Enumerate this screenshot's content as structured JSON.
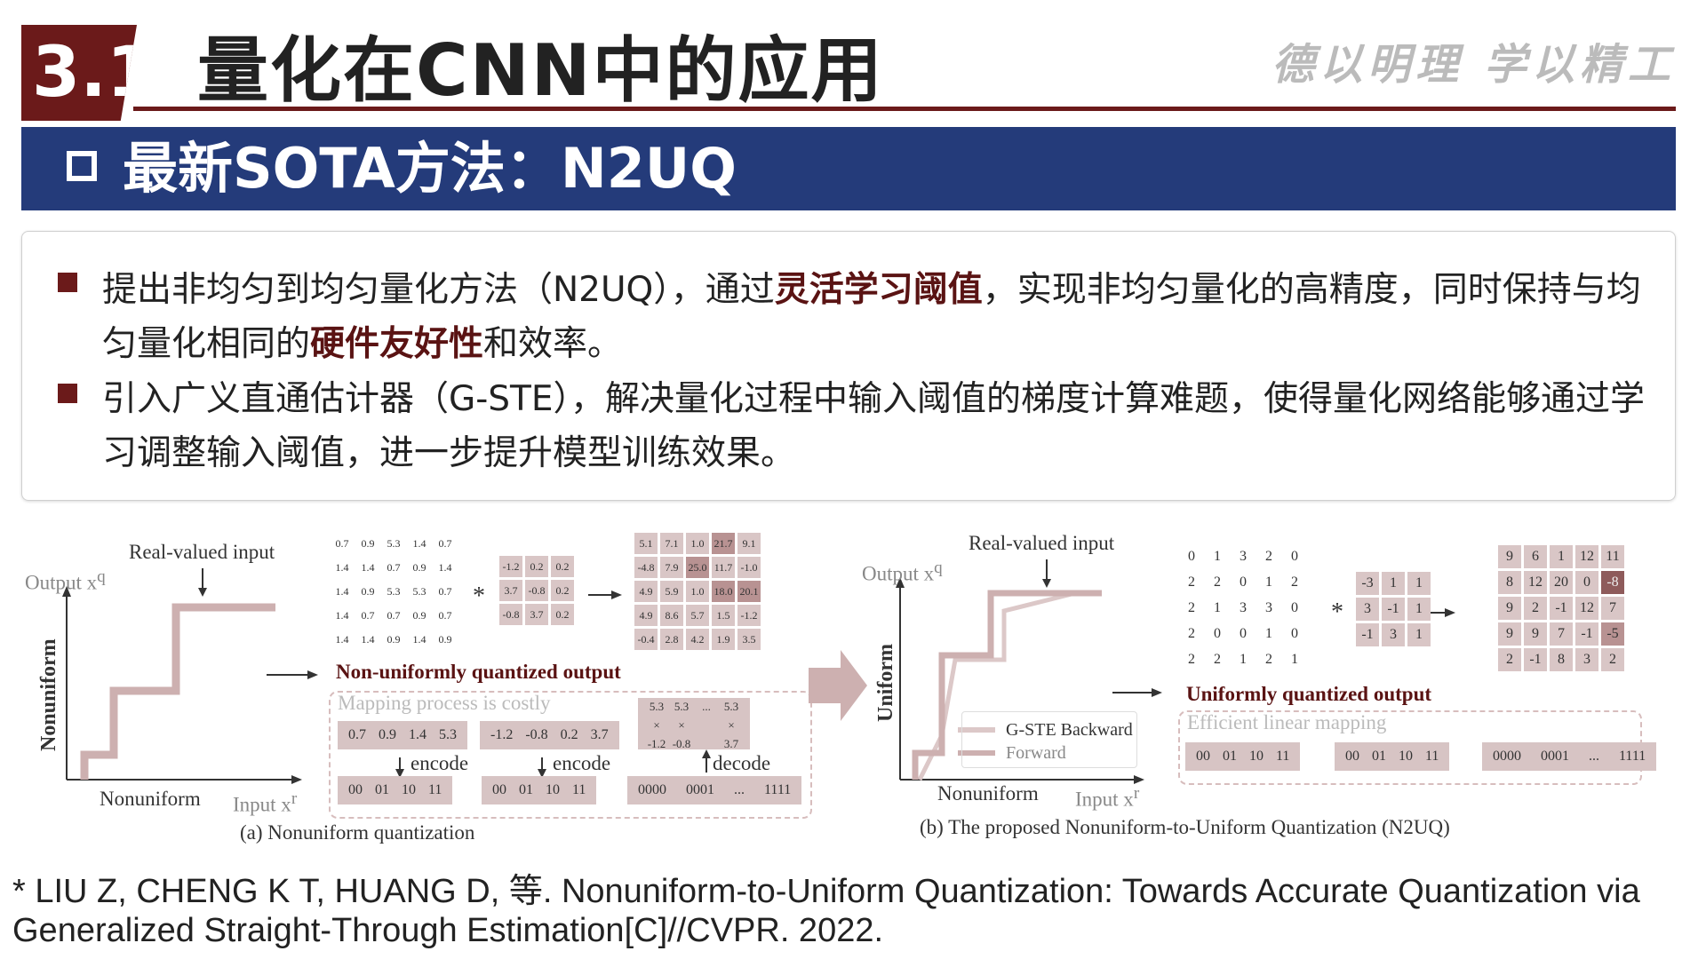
{
  "header": {
    "section_number": "3.1",
    "title": "量化在CNN中的应用",
    "motto": "德以明理 学以精工"
  },
  "subheader": {
    "title": "最新SOTA方法：N2UQ"
  },
  "bullets": [
    {
      "parts": [
        {
          "text": "提出非均匀到均匀量化方法（N2UQ），通过",
          "bold": false
        },
        {
          "text": "灵活学习阈值",
          "bold": true
        },
        {
          "text": "，实现非均匀量化的高精度，同时保持与均匀量化相同的",
          "bold": false
        },
        {
          "text": "硬件友好性",
          "bold": true
        },
        {
          "text": "和效率。",
          "bold": false
        }
      ]
    },
    {
      "parts": [
        {
          "text": "引入广义直通估计器（G-STE），解决量化过程中输入阈值的梯度计算难题，使得量化网络能够通过学习调整输入阈值，进一步提升模型训练效果。",
          "bold": false
        }
      ]
    }
  ],
  "figure": {
    "left": {
      "output_label": "Output x",
      "output_sup": "q",
      "real_valued_input": "Real-valued input",
      "y_axis": "Nonuniform",
      "x_axis": "Nonuniform",
      "input_label": "Input x",
      "input_sup": "r",
      "matrix_a": [
        [
          "0.7",
          "0.9",
          "5.3",
          "1.4",
          "0.7"
        ],
        [
          "1.4",
          "1.4",
          "0.7",
          "0.9",
          "1.4"
        ],
        [
          "1.4",
          "0.9",
          "5.3",
          "5.3",
          "0.7"
        ],
        [
          "1.4",
          "0.7",
          "0.7",
          "0.9",
          "0.7"
        ],
        [
          "1.4",
          "1.4",
          "0.9",
          "1.4",
          "0.9"
        ]
      ],
      "kernel": [
        [
          "-1.2",
          "0.2",
          "0.2"
        ],
        [
          "3.7",
          "-0.8",
          "0.2"
        ],
        [
          "-0.8",
          "3.7",
          "0.2"
        ]
      ],
      "matrix_out": [
        [
          "5.1",
          "7.1",
          "1.0",
          "21.7",
          "9.1"
        ],
        [
          "-4.8",
          "7.9",
          "25.0",
          "11.7",
          "-1.0"
        ],
        [
          "4.9",
          "5.9",
          "1.0",
          "18.0",
          "20.1"
        ],
        [
          "4.9",
          "8.6",
          "5.7",
          "1.5",
          "-1.2"
        ],
        [
          "-0.4",
          "2.8",
          "4.2",
          "1.9",
          "3.5"
        ]
      ],
      "op": "*",
      "output_title": "Non-uniformly quantized output",
      "mapping_note": "Mapping process is costly",
      "values_row1": [
        "0.7",
        "0.9",
        "1.4",
        "5.3"
      ],
      "values_row2": [
        "-1.2",
        "-0.8",
        "0.2",
        "3.7"
      ],
      "mult_block": [
        "5.3",
        "5.3",
        "...",
        "5.3",
        "×",
        "×",
        "×",
        "-1.2",
        "-0.8",
        "3.7"
      ],
      "encode": "encode",
      "decode": "decode",
      "codes": [
        "00",
        "01",
        "10",
        "11"
      ],
      "codes_long": [
        "0000",
        "0001",
        "...",
        "1111"
      ],
      "caption": "(a) Nonuniform quantization"
    },
    "right": {
      "output_label": "Output x",
      "output_sup": "q",
      "real_valued_input": "Real-valued input",
      "y_axis": "Uniform",
      "x_axis": "Nonuniform",
      "input_label": "Input x",
      "input_sup": "r",
      "legend": [
        "G-STE Backward",
        "Forward"
      ],
      "matrix_a": [
        [
          "0",
          "1",
          "3",
          "2",
          "0"
        ],
        [
          "2",
          "2",
          "0",
          "1",
          "2"
        ],
        [
          "2",
          "1",
          "3",
          "3",
          "0"
        ],
        [
          "2",
          "0",
          "0",
          "1",
          "0"
        ],
        [
          "2",
          "2",
          "1",
          "2",
          "1"
        ]
      ],
      "kernel": [
        [
          "-3",
          "1",
          "1"
        ],
        [
          "3",
          "-1",
          "1"
        ],
        [
          "-1",
          "3",
          "1"
        ]
      ],
      "matrix_out": [
        [
          "9",
          "6",
          "1",
          "12",
          "11"
        ],
        [
          "8",
          "12",
          "20",
          "0",
          "-8"
        ],
        [
          "9",
          "2",
          "-1",
          "12",
          "7"
        ],
        [
          "9",
          "9",
          "7",
          "-1",
          "-5"
        ],
        [
          "2",
          "-1",
          "8",
          "3",
          "2"
        ]
      ],
      "op": "*",
      "output_title": "Uniformly quantized output",
      "mapping_note": "Efficient linear mapping",
      "codes": [
        "00",
        "01",
        "10",
        "11"
      ],
      "codes_long": [
        "0000",
        "0001",
        "...",
        "1111"
      ],
      "caption": "(b) The proposed Nonuniform-to-Uniform Quantization (N2UQ)"
    }
  },
  "citation": {
    "line1": "* LIU Z, CHENG K T, HUANG D, 等. Nonuniform-to-Uniform Quantization: Towards Accurate Quantization via",
    "line2": "Generalized Straight-Through Estimation[C]//CVPR. 2022."
  },
  "colors": {
    "maroon": "#6b1a1a",
    "navy": "#243b7a",
    "cell": "#d7c4c4"
  }
}
